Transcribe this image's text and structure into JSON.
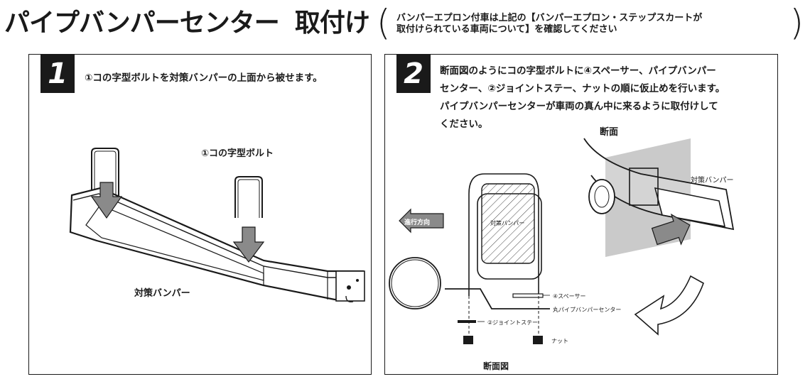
{
  "header": {
    "title_main": "パイプバンパーセンター",
    "title_sub": "取付け",
    "note_line1": "バンパーエプロン付車は上記の【バンパーエプロン・ステップスカートが",
    "note_line2": "取付けられている車両について】を確認してください"
  },
  "step1": {
    "number": "1",
    "instruction": "①コの字型ボルトを対策バンパーの上面から被せます。",
    "label_bolt": "①コの字型ボルト",
    "label_bumper": "対策バンパー"
  },
  "step2": {
    "number": "2",
    "instruction_lines": [
      "断面図のようにコの字型ボルトに④スペーサー、パイプバンパー",
      "センター、②ジョイントステー、ナットの順に仮止めを行います。",
      "パイプバンパーセンターが車両の真ん中に来るように取付けして",
      "ください。"
    ],
    "label_section": "断面",
    "label_bumper_right": "対策バンパー",
    "label_direction": "進行方向",
    "label_bumper_inner": "対策バンパー",
    "label_spacer": "④スペーサー",
    "label_pipe": "丸パイプバンパーセンター",
    "label_joint": "②ジョイントステー",
    "label_nut": "ナット",
    "label_diagram": "断面図"
  }
}
